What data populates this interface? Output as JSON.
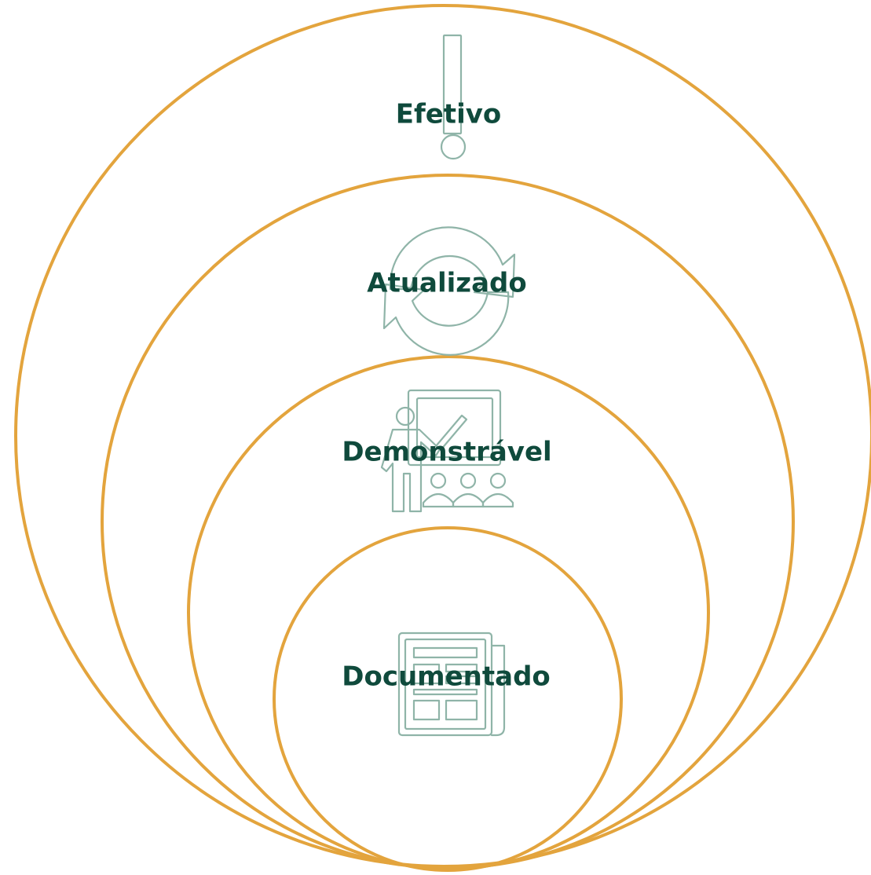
{
  "colors": {
    "ring": "#E3A43D",
    "label": "#0F4A3C",
    "icon": "#8FB4A8",
    "background": "#FFFFFF"
  },
  "levels": [
    {
      "label": "Efetivo",
      "icon": "exclamation-icon"
    },
    {
      "label": "Atualizado",
      "icon": "refresh-cycle-icon"
    },
    {
      "label": "Demonstrável",
      "icon": "presentation-audience-icon"
    },
    {
      "label": "Documentado",
      "icon": "newspaper-document-icon"
    }
  ]
}
